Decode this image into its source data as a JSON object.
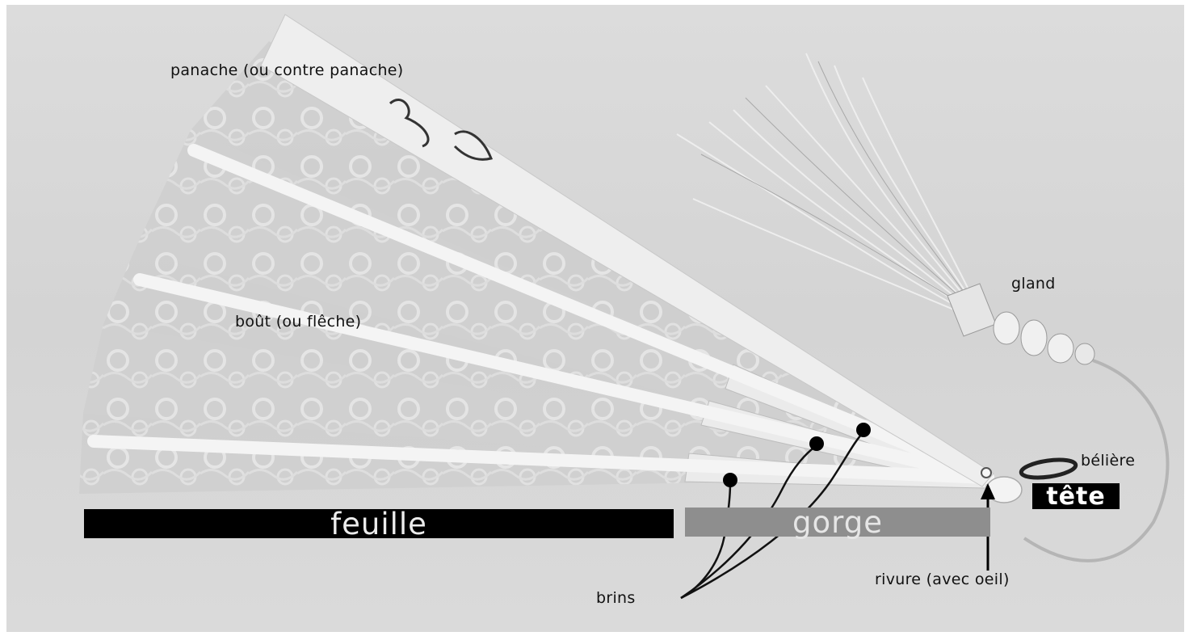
{
  "labels": {
    "panache": "panache (ou contre panache)",
    "bout": "boût (ou flêche)",
    "gland": "gland",
    "beliere": "bélière",
    "brins": "brins",
    "rivure": "rivure (avec oeil)"
  },
  "bars": {
    "feuille": "feuille",
    "gorge": "gorge",
    "tete": "tête"
  }
}
